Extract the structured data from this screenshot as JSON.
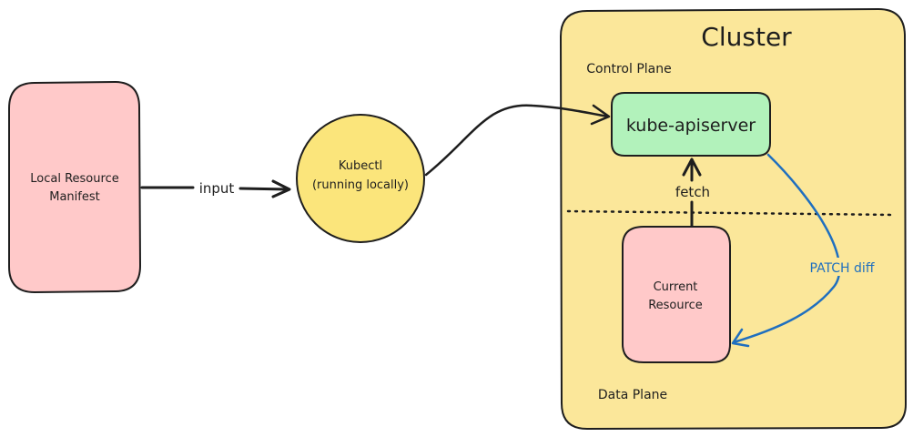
{
  "cluster": {
    "title": "Cluster",
    "control_plane_label": "Control Plane",
    "data_plane_label": "Data Plane"
  },
  "nodes": {
    "local_manifest": {
      "line1": "Local Resource",
      "line2": "Manifest"
    },
    "kubectl": {
      "line1": "Kubectl",
      "line2": "(running locally)"
    },
    "apiserver": {
      "label": "kube-apiserver"
    },
    "current_resource": {
      "line1": "Current",
      "line2": "Resource"
    }
  },
  "edges": {
    "input": "input",
    "fetch": "fetch",
    "patch": "PATCH diff"
  },
  "colors": {
    "cluster_fill": "#fbe79a",
    "manifest_fill": "#ffc9c9",
    "kubectl_fill": "#fbe57b",
    "apiserver_fill": "#b2f2bb",
    "resource_fill": "#ffc9c9",
    "stroke": "#1e1e1e",
    "patch_arrow": "#1f6fbf"
  }
}
